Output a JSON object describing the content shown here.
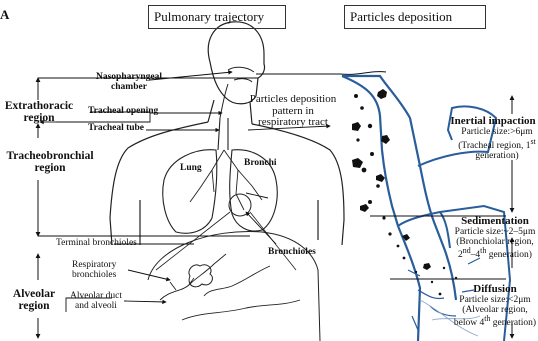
{
  "panel_letter": "A",
  "headers": {
    "left": "Pulmonary trajectory",
    "right": "Particles deposition"
  },
  "regions": {
    "extrathoracic": [
      "Extrathoracic",
      "region"
    ],
    "tracheobronchial": [
      "Tracheobronchial",
      "region"
    ],
    "alveolar": [
      "Alveolar",
      "region"
    ]
  },
  "anatomy": {
    "nasopharyngeal": [
      "Nasopharyngeal",
      "chamber"
    ],
    "tracheal_opening": "Tracheal opening",
    "tracheal_tube": "Tracheal tube",
    "lung": "Lung",
    "bronchi": "Bronchi",
    "bronchioles": "Bronchioles",
    "terminal_bronchioles": "Terminal bronchioles",
    "respiratory_bronchioles": [
      "Respiratory",
      "bronchioles"
    ],
    "alveolar_duct": [
      "Alveolar duct",
      "and alveoli"
    ]
  },
  "pattern_label": [
    "Particles deposition",
    "pattern in",
    "respiratory tract"
  ],
  "mechanisms": {
    "inertial": {
      "title": "Inertial impaction",
      "size": "Particle size:>6μm",
      "region": "(Tracheal region, 1",
      "sup": "st",
      "gen": "generation)"
    },
    "sedimentation": {
      "title": "Sedimentation",
      "size": "Particle size:~2–5μm",
      "region": "(Bronchiolar region,",
      "gen_a": "2",
      "sup_a": "nd",
      "gen_b": "–4",
      "sup_b": "th",
      "gen_c": " generation)"
    },
    "diffusion": {
      "title": "Diffusion",
      "size": "Particle size:<2μm",
      "region": "(Alveolar region,",
      "gen_a": "below 4",
      "sup_a": "th",
      "gen_c": " generation)"
    }
  }
}
